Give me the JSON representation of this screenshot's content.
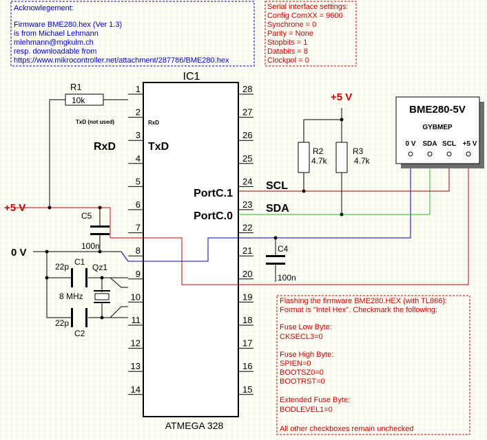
{
  "colors": {
    "background": "#fdfdf5",
    "grid": "#e2e2d2",
    "wire": "#000000",
    "red_wire": "#cc0000",
    "blue_wire": "#0000cc",
    "green_wire": "#22bb22",
    "brown_wire": "#990000",
    "blue_note": "#0000cc",
    "red_note": "#cc0000"
  },
  "ack_note": {
    "lines": [
      "Acknowlegement:",
      "",
      "Firmware BME280.hex (Ver 1.3)",
      "is from Michael Lehmann",
      "mlehmann@mgkulm.ch",
      "resp. downloadable from",
      "https://www.mikrocontroller.net/attachment/287786/BME280.hex"
    ]
  },
  "serial_note": {
    "lines": [
      "Serial interface settings:",
      "Config ComXX = 9600",
      "Synchrone = 0",
      "Parity = None",
      "Stopbits = 1",
      "Databits = 8",
      "Clockpol = 0"
    ]
  },
  "flash_note": {
    "lines": [
      "Flashing the firmware BME280.HEX (with TL866):",
      "Format is \"Intel Hex\". Checkmark the following:",
      "",
      "Fuse Low Byte:",
      "CKSECL3=0",
      "",
      "Fuse High Byte:",
      "SPIEN=0",
      "BOOTSZ0=0",
      "BOOTRST=0",
      "",
      "Extended Fuse Byte:",
      "BODLEVEL1=0",
      "",
      "All other checkboxes remain unchecked"
    ]
  },
  "ic": {
    "name": "IC1",
    "part": "ATMEGA 328",
    "left_pins": [
      "1",
      "2",
      "3",
      "4",
      "5",
      "6",
      "7",
      "8",
      "9",
      "10",
      "11",
      "12",
      "13",
      "14"
    ],
    "right_pins": [
      "28",
      "27",
      "26",
      "25",
      "24",
      "23",
      "22",
      "21",
      "20",
      "19",
      "18",
      "17",
      "16",
      "15"
    ],
    "pin2_inner": "RxD",
    "pin3_inner": "TxD",
    "pin24_inner": "PortC.1",
    "pin23_inner": "PortC.0"
  },
  "labels": {
    "txd_not_used": "TxD (not used)",
    "rxd": "RxD",
    "scl": "SCL",
    "sda": "SDA",
    "plus5_left": "+5 V",
    "plus5_top": "+5 V",
    "zero_v": "0 V"
  },
  "components": {
    "r1_name": "R1",
    "r1_value": "10k",
    "r2_name": "R2",
    "r2_value": "4.7k",
    "r3_name": "R3",
    "r3_value": "4.7k",
    "c5_name": "C5",
    "c5_value": "100n",
    "c4_name": "C4",
    "c4_value": "100n",
    "c1_name": "C1",
    "c1_value": "22p",
    "c2_name": "C2",
    "c2_value": "22p",
    "qz1_name": "Qz1",
    "qz1_value": "8 MHz"
  },
  "sensor": {
    "title": "BME280-5V",
    "subtitle": "GYBMEP",
    "pins": [
      "0 V",
      "SDA",
      "SCL",
      "+5 V"
    ]
  }
}
